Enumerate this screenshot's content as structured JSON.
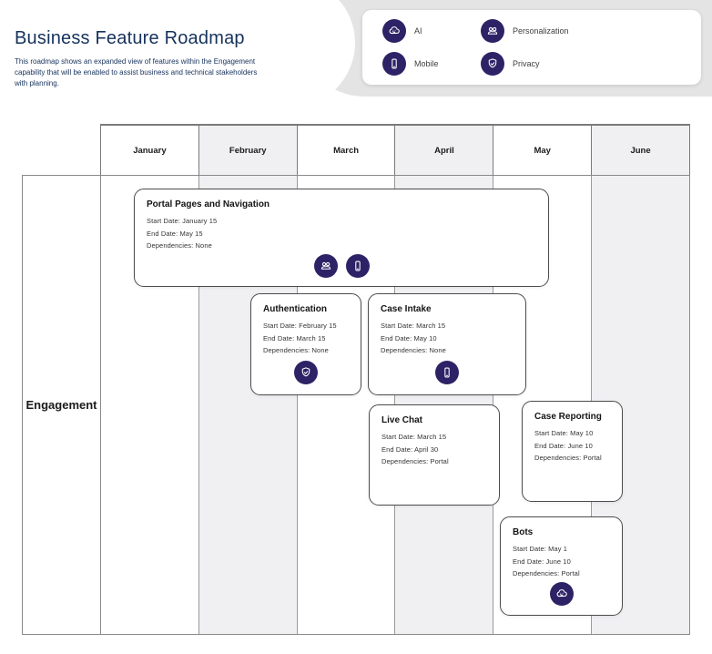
{
  "page": {
    "title": "Business Feature Roadmap",
    "subtitle": "This roadmap shows  an expanded view of features within the Engagement capability that will be enabled to assist business and technical stakeholders with planning."
  },
  "legend": {
    "items": [
      {
        "icon": "ai-icon",
        "label": "AI"
      },
      {
        "icon": "personalization-icon",
        "label": "Personalization"
      },
      {
        "icon": "mobile-icon",
        "label": "Mobile"
      },
      {
        "icon": "privacy-icon",
        "label": "Privacy"
      }
    ]
  },
  "timeline": {
    "months": [
      "January",
      "February",
      "March",
      "April",
      "May",
      "June"
    ]
  },
  "lane": {
    "label": "Engagement"
  },
  "field_labels": {
    "start": "Start Date:",
    "end": "End Date:",
    "deps": "Dependencies:"
  },
  "features": [
    {
      "title": "Portal Pages and Navigation",
      "start": "January 15",
      "end": "May 15",
      "deps": "None",
      "icons": [
        "personalization",
        "mobile"
      ]
    },
    {
      "title": "Authentication",
      "start": "February 15",
      "end": "March 15",
      "deps": "None",
      "icons": [
        "privacy"
      ]
    },
    {
      "title": "Case Intake",
      "start": "March 15",
      "end": "May 10",
      "deps": "None",
      "icons": [
        "mobile"
      ]
    },
    {
      "title": "Live Chat",
      "start": "March 15",
      "end": "April 30",
      "deps": "Portal",
      "icons": []
    },
    {
      "title": "Case Reporting",
      "start": "May 10",
      "end": "June 10",
      "deps": "Portal",
      "icons": []
    },
    {
      "title": "Bots",
      "start": "May 1",
      "end": "June 10",
      "deps": "Portal",
      "icons": [
        "ai"
      ]
    }
  ],
  "colors": {
    "accent_indigo": "#2E2266",
    "title_blue": "#16325C",
    "banner_gray": "#E5E4E4",
    "column_alt": "#F0EFF2",
    "grid_line": "#8A8A8A",
    "card_border": "#4D4D4D"
  }
}
